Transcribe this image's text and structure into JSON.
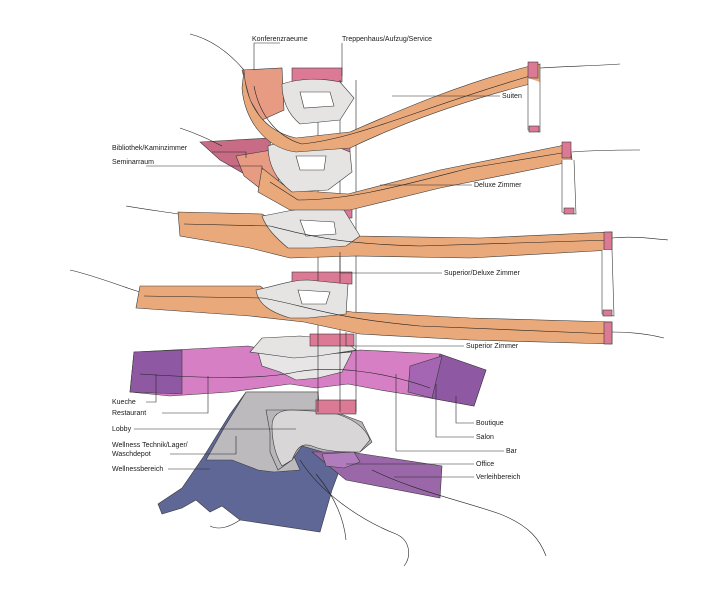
{
  "labels": {
    "konferenzraeume": "Konferenzraeume",
    "treppenhaus": "Treppenhaus/Aufzug/Service",
    "suiten": "Suiten",
    "bibliothek": "Bibliothek/Kaminzimmer",
    "seminarraum": "Seminarraum",
    "deluxe": "Deluxe Zimmer",
    "superior_deluxe": "Superior/Deluxe Zimmer",
    "superior": "Superior Zimmer",
    "kueche": "Kueche",
    "restaurant": "Restaurant",
    "lobby": "Lobby",
    "wellness_technik_1": "Wellness Technik/Lager/",
    "wellness_technik_2": "Waschdepot",
    "wellnessbereich": "Wellnessbereich",
    "boutique": "Boutique",
    "salon": "Salon",
    "bar": "Bar",
    "office": "Office",
    "verleihbereich": "Verleihbereich"
  },
  "colors": {
    "floor_orange": "#e9a97a",
    "floor_orange_edge": "#c98653",
    "floor_grey": "#e6e3e3",
    "stair_pink": "#dc7a96",
    "magenta": "#d67fc5",
    "purple": "#8e58a2",
    "conference": "#e79b83",
    "library": "#c86b84",
    "lobby_grey": "#b9b6b9",
    "wellness_blue": "#5e6796",
    "verleih_purple": "#9a67a8"
  }
}
